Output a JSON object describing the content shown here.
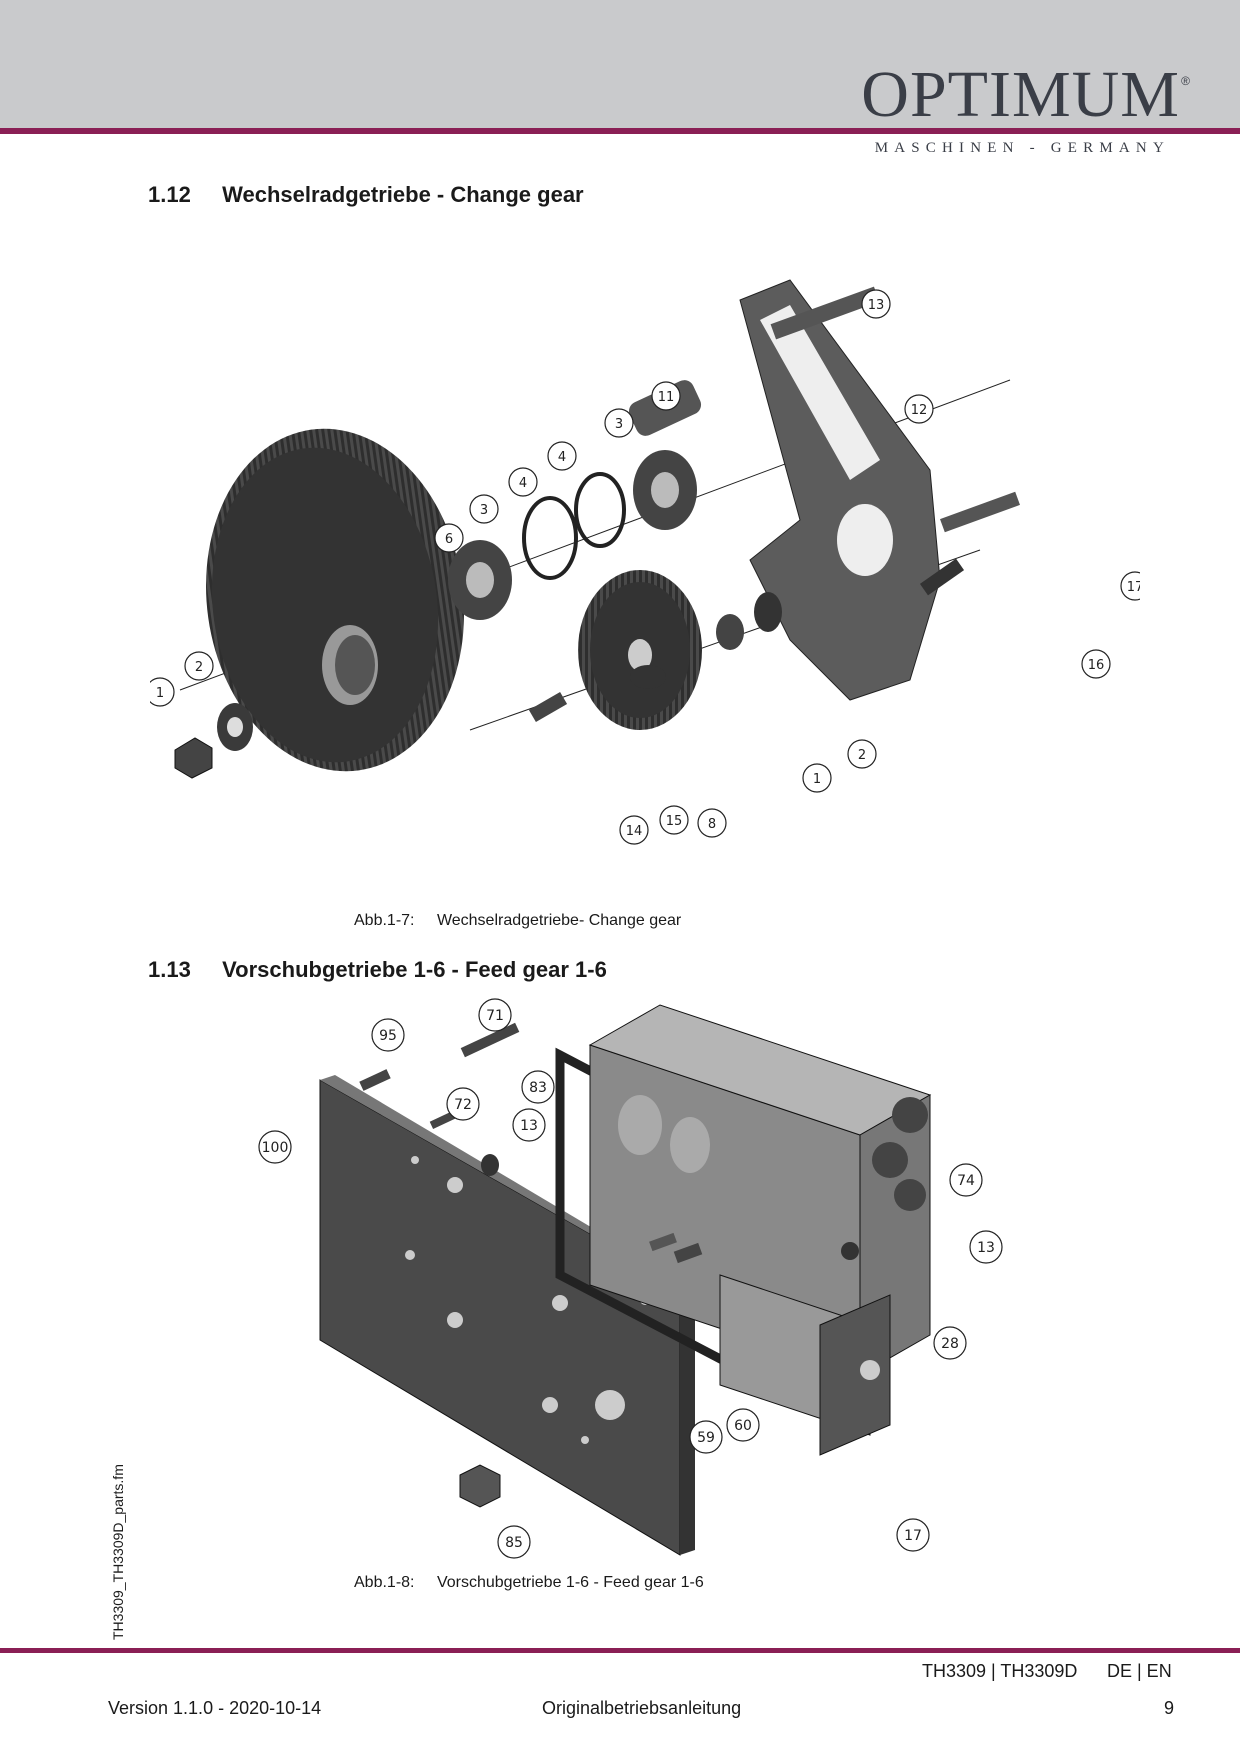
{
  "header": {
    "logo": "OPTIMUM",
    "logo_mark": "®",
    "logo_subtitle": "MASCHINEN - GERMANY",
    "brand_color": "#8a1f55"
  },
  "sections": [
    {
      "number": "1.12",
      "title": "Wechselradgetriebe - Change gear",
      "caption_label": "Abb.1-7:",
      "caption_text": "Wechselradgetriebe- Change gear",
      "callouts": [
        "13",
        "12",
        "11",
        "3",
        "4",
        "4",
        "3",
        "6",
        "17",
        "16",
        "2",
        "1",
        "2",
        "1",
        "15",
        "14",
        "8"
      ]
    },
    {
      "number": "1.13",
      "title": "Vorschubgetriebe 1-6  - Feed gear 1-6",
      "caption_label": "Abb.1-8:",
      "caption_text": "Vorschubgetriebe 1-6 - Feed gear 1-6",
      "callouts": [
        "71",
        "95",
        "83",
        "72",
        "13",
        "100",
        "74",
        "13",
        "28",
        "60",
        "59",
        "17",
        "85"
      ]
    }
  ],
  "side_note": "TH3309_TH3309D_parts.fm",
  "footer": {
    "models": "TH3309 | TH3309D",
    "languages": "DE | EN",
    "version": "Version 1.1.0 - 2020-10-14",
    "doc_type": "Originalbetriebsanleitung",
    "page": "9"
  }
}
